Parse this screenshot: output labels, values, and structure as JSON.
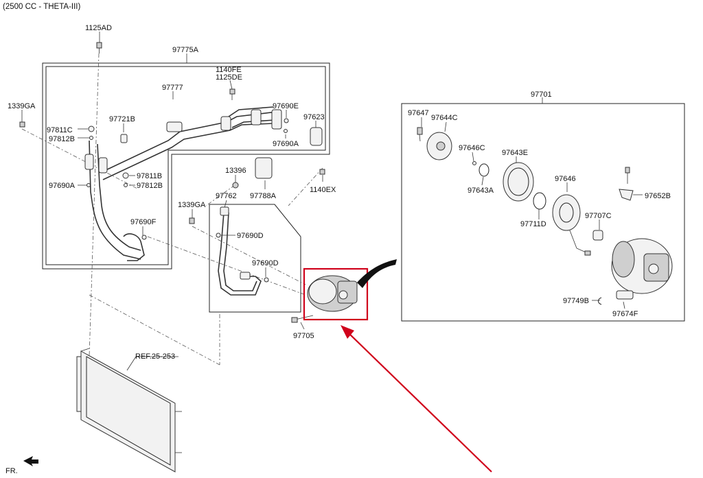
{
  "header": {
    "engine": "(2500 CC - THETA-III)"
  },
  "labels": {
    "p1125AD": "1125AD",
    "p97775A": "97775A",
    "p1140FE": "1140FE",
    "p1125DE": "1125DE",
    "p97777": "97777",
    "p1339GA_a": "1339GA",
    "p97690E": "97690E",
    "p97623": "97623",
    "p97811C": "97811C",
    "p97812B_a": "97812B",
    "p97721B": "97721B",
    "p97690A_a": "97690A",
    "p13396": "13396",
    "p97811B": "97811B",
    "p97812B_b": "97812B",
    "p97690A_b": "97690A",
    "p1140EX": "1140EX",
    "p97788A": "97788A",
    "p1339GA_b": "1339GA",
    "p97762": "97762",
    "p97690F": "97690F",
    "p97690D_a": "97690D",
    "p97690D_b": "97690D",
    "p97705": "97705",
    "ref": "REF.25-253",
    "fr": "FR.",
    "p97701": "97701",
    "p97647": "97647",
    "p97644C": "97644C",
    "p97646C": "97646C",
    "p97643E": "97643E",
    "p97643A": "97643A",
    "p97646": "97646",
    "p97652B": "97652B",
    "p97711D": "97711D",
    "p97707C": "97707C",
    "p97749B": "97749B",
    "p97674F": "97674F"
  },
  "colors": {
    "highlight": "#d0021b",
    "line": "#222222",
    "background": "#ffffff"
  }
}
